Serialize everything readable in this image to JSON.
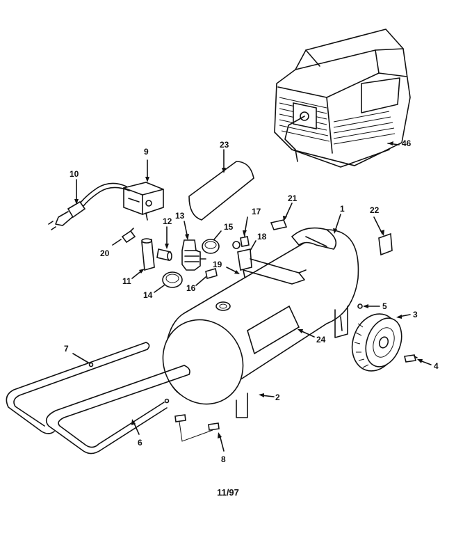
{
  "diagram": {
    "footer_code": "11/97",
    "callouts": [
      {
        "id": "c1",
        "label": "1"
      },
      {
        "id": "c2",
        "label": "2"
      },
      {
        "id": "c3",
        "label": "3"
      },
      {
        "id": "c4",
        "label": "4"
      },
      {
        "id": "c5",
        "label": "5"
      },
      {
        "id": "c6",
        "label": "6"
      },
      {
        "id": "c7",
        "label": "7"
      },
      {
        "id": "c8",
        "label": "8"
      },
      {
        "id": "c9",
        "label": "9"
      },
      {
        "id": "c10",
        "label": "10"
      },
      {
        "id": "c11",
        "label": "11"
      },
      {
        "id": "c12",
        "label": "12"
      },
      {
        "id": "c13",
        "label": "13"
      },
      {
        "id": "c14",
        "label": "14"
      },
      {
        "id": "c15",
        "label": "15"
      },
      {
        "id": "c16",
        "label": "16"
      },
      {
        "id": "c17",
        "label": "17"
      },
      {
        "id": "c18",
        "label": "18"
      },
      {
        "id": "c19",
        "label": "19"
      },
      {
        "id": "c20",
        "label": "20"
      },
      {
        "id": "c21",
        "label": "21"
      },
      {
        "id": "c22",
        "label": "22"
      },
      {
        "id": "c23",
        "label": "23"
      },
      {
        "id": "c24",
        "label": "24"
      },
      {
        "id": "c46",
        "label": "46"
      }
    ]
  }
}
